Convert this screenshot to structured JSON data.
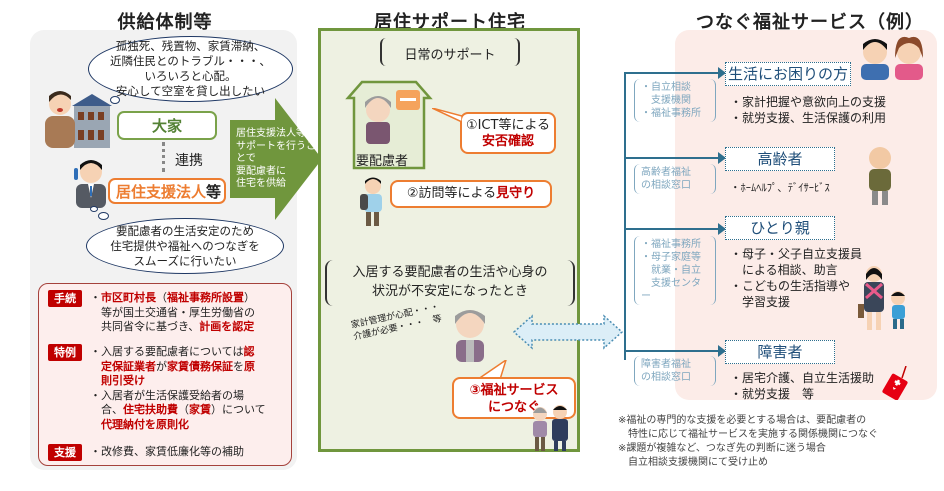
{
  "columns": {
    "left_title": "供給体制等",
    "center_title": "居住サポート住宅",
    "right_title": "つなぐ福祉サービス（例）"
  },
  "left": {
    "landlord_thought": [
      "孤独死、残置物、家賃滞納、",
      "近隣住民とのトラブル・・・、",
      "いろいろと心配。",
      "安心して空室を貸し出したい"
    ],
    "landlord_label": "大家",
    "link_label": "連携",
    "corp_label_highlight": "居住支援法人",
    "corp_label_suffix": "等",
    "corp_thought": [
      "要配慮者の生活安定のため",
      "住宅提供や福祉へのつなぎを",
      "スムーズに行いたい"
    ],
    "rules": [
      {
        "tag": "手続",
        "lines": [
          [
            {
              "t": "・",
              "r": false
            },
            {
              "t": "市区町村長",
              "r": true
            },
            {
              "t": "（",
              "r": false
            },
            {
              "t": "福祉事務所設置",
              "r": true
            },
            {
              "t": "）",
              "r": false
            }
          ],
          [
            {
              "t": "　等が国土交通省・厚生労働省の",
              "r": false
            }
          ],
          [
            {
              "t": "　共同省令に基づき、",
              "r": false
            },
            {
              "t": "計画を認定",
              "r": true
            }
          ]
        ]
      },
      {
        "tag": "特例",
        "lines": [
          [
            {
              "t": "・入居する要配慮者については",
              "r": false
            },
            {
              "t": "認",
              "r": true
            }
          ],
          [
            {
              "t": "　",
              "r": false
            },
            {
              "t": "定保証業者",
              "r": true
            },
            {
              "t": "が",
              "r": false
            },
            {
              "t": "家賃債務保証",
              "r": true
            },
            {
              "t": "を",
              "r": false
            },
            {
              "t": "原",
              "r": true
            }
          ],
          [
            {
              "t": "　",
              "r": false
            },
            {
              "t": "則引受け",
              "r": true
            }
          ],
          [
            {
              "t": "・入居者が生活保護受給者の場",
              "r": false
            }
          ],
          [
            {
              "t": "　合、",
              "r": false
            },
            {
              "t": "住宅扶助費",
              "r": true
            },
            {
              "t": "（",
              "r": false
            },
            {
              "t": "家賃",
              "r": true
            },
            {
              "t": "）について",
              "r": false
            }
          ],
          [
            {
              "t": "　",
              "r": false
            },
            {
              "t": "代理納付を原則化",
              "r": true
            }
          ]
        ]
      },
      {
        "tag": "支援",
        "lines": [
          [
            {
              "t": "・改修費、家賃低廉化等の補助",
              "r": false
            }
          ]
        ]
      }
    ]
  },
  "supply_arrow": {
    "lines": [
      "居住支援法人等が",
      "サポートを行うことで",
      "要配慮者に",
      "住宅を供給"
    ]
  },
  "center": {
    "daily_support_title": "日常のサポート",
    "resident_label": "要配慮者",
    "callout1_line1": "①ICT等による",
    "callout1_line2": "安否確認",
    "callout2_prefix": "②訪問等による",
    "callout2_highlight": "見守り",
    "unstable_title_line1": "入居する要配慮者の生活や心身の",
    "unstable_title_line2": "状況が不安定になったとき",
    "worry_line1": "家計管理が心配・・・",
    "worry_line2": "介護が必要・・・　等",
    "callout3_line1": "③福祉サービス",
    "callout3_line2": "につなぐ"
  },
  "right": {
    "services": [
      {
        "title": "生活にお困りの方",
        "agency": [
          "・自立相談",
          "　支援機関",
          "・福祉事務所"
        ],
        "items": [
          "・家計把握や意欲向上の支援",
          "・就労支援、生活保護の利用"
        ]
      },
      {
        "title": "高齢者",
        "agency": [
          "高齢者福祉",
          "の相談窓口"
        ],
        "items": [
          "・ﾎｰﾑﾍﾙﾌﾟ、ﾃﾞｲｻｰﾋﾞｽ"
        ]
      },
      {
        "title": "ひとり親",
        "agency": [
          "・福祉事務所",
          "・母子家庭等",
          "　就業・自立",
          "　支援センター"
        ],
        "items": [
          "・母子・父子自立支援員",
          "　による相談、助言",
          "・こどもの生活指導や",
          "　学習支援"
        ]
      },
      {
        "title": "障害者",
        "agency": [
          "障害者福祉",
          "の相談窓口"
        ],
        "items": [
          "・居宅介護、自立生活援助",
          "・就労支援　等"
        ]
      }
    ],
    "notes": [
      "※福祉の専門的な支援を必要とする場合は、要配慮者の",
      "　特性に応じて福祉サービスを実施する関係機関につなぐ",
      "※課題が複雑など、つなぎ先の判断に迷う場合",
      "　自立相談支援機関にて受け止め"
    ]
  },
  "colors": {
    "green": "#70963d",
    "orange": "#ed7d31",
    "red": "#c00000",
    "teal": "#2e6f8e"
  }
}
